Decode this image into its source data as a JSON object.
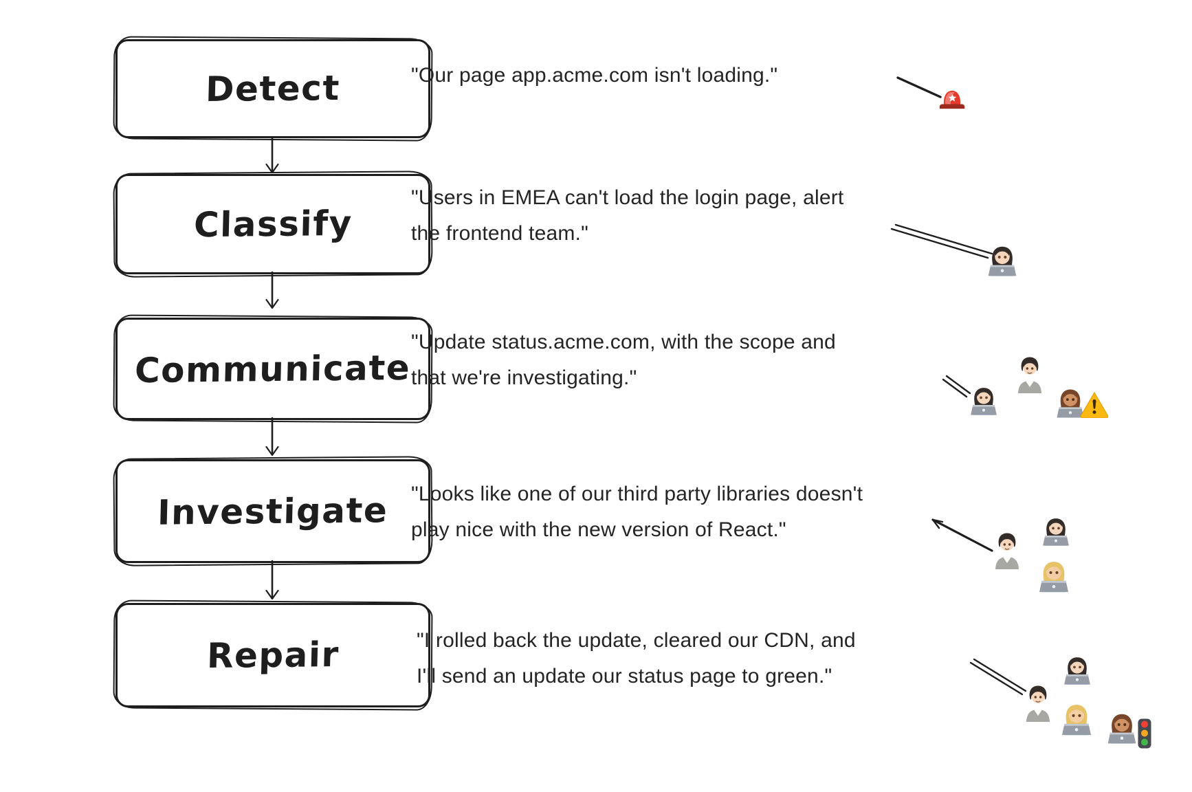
{
  "steps": [
    {
      "label": "Detect",
      "quote_lines": [
        "\"Our page app.acme.com isn't loading.\""
      ],
      "emojis": [
        "siren-icon"
      ]
    },
    {
      "label": "Classify",
      "quote_lines": [
        "\"Users in EMEA can't load the login page, alert",
        "the frontend team.\""
      ],
      "emojis": [
        "woman-technologist-icon"
      ]
    },
    {
      "label": "Communicate",
      "quote_lines": [
        "\"Update status.acme.com, with the scope and",
        "that we're investigating.\""
      ],
      "emojis": [
        "woman-technologist-icon",
        "person-icon",
        "man-technologist-icon",
        "warning-icon"
      ]
    },
    {
      "label": "Investigate",
      "quote_lines": [
        "\"Looks like one of our third party libraries doesn't",
        "play nice with the new version of React.\""
      ],
      "emojis": [
        "person-icon",
        "woman-technologist-icon",
        "blonde-technologist-icon"
      ]
    },
    {
      "label": "Repair",
      "quote_lines": [
        "\"I rolled back the update, cleared our CDN, and",
        "I'll send an update our status page to green.\""
      ],
      "emojis": [
        "person-icon",
        "woman-technologist-icon",
        "blonde-technologist-icon",
        "man-technologist-icon",
        "traffic-light-icon"
      ]
    }
  ],
  "colors": {
    "ink": "#1e1e1e",
    "siren_red": "#e6392b",
    "warning_yellow": "#fdb913",
    "laptop_gray": "#959ca6",
    "shirt_blue": "#3746cf"
  }
}
